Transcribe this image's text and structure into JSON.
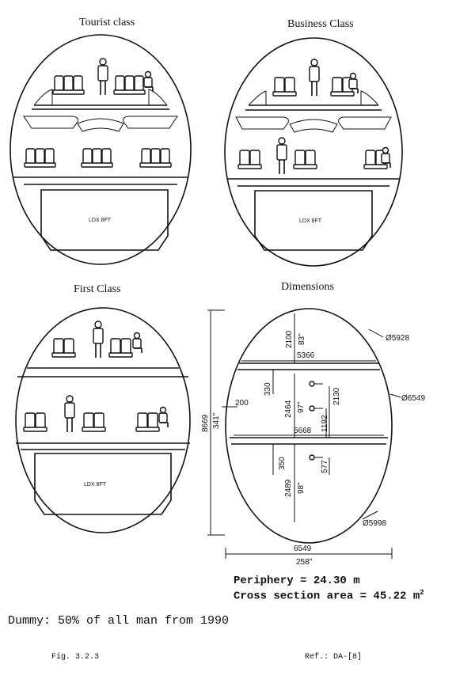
{
  "panels": {
    "tourist": {
      "title": "Tourist class",
      "cargo_label": "LDX 8FT"
    },
    "business": {
      "title": "Business Class",
      "cargo_label": "LDX 8FT"
    },
    "first": {
      "title": "First Class",
      "cargo_label": "LDX 8FT"
    },
    "dimensions": {
      "title": "Dimensions"
    }
  },
  "dimensions": {
    "upper_deck_diameter": "Ø5928",
    "main_deck_diameter": "Ø6549",
    "lower_deck_diameter": "Ø5998",
    "upper_height_mm": "2100",
    "upper_height_in": "83\"",
    "upper_floor_width": "5366",
    "total_height_mm": "8669",
    "total_height_in": "341\"",
    "main_floor_offset": "330",
    "side_offset": "200",
    "main_height_mm": "2464",
    "main_height_in": "97\"",
    "bin_height": "2130",
    "main_floor_width": "5668",
    "overhead_height": "1192",
    "lower_offset": "350",
    "lower_height_mm": "2489",
    "lower_height_in": "98\"",
    "lower_small": "577",
    "total_width_mm": "6549",
    "total_width_in": "258\""
  },
  "summary": {
    "periphery": "Periphery = 24.30 m",
    "cross_section": "Cross section area = 45.22 m",
    "cross_section_unit_sup": "2"
  },
  "dummy_note": "Dummy: 50% of all man from 1990",
  "footer": {
    "fig": "Fig. 3.2.3",
    "ref": "Ref.: DA-[8]"
  }
}
